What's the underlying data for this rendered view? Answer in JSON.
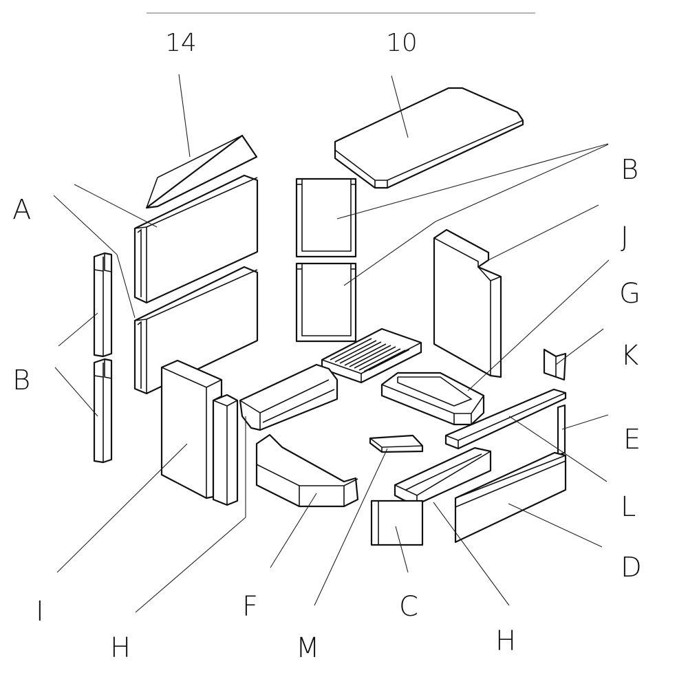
{
  "figure": {
    "type": "exploded-parts-diagram",
    "labels": {
      "l14": "14",
      "l10": "10",
      "lA": "A",
      "lB_left": "B",
      "lB_right": "B",
      "lJ": "J",
      "lG": "G",
      "lK": "K",
      "lE": "E",
      "lL": "L",
      "lD": "D",
      "lI": "I",
      "lH_left": "H",
      "lF": "F",
      "lM": "M",
      "lC": "C",
      "lH_right": "H"
    }
  }
}
